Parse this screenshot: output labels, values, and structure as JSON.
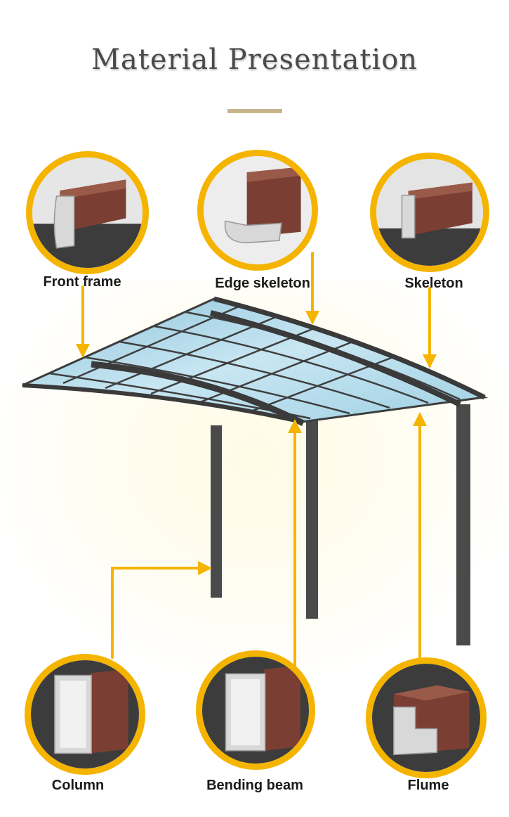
{
  "title": "Material Presentation",
  "colors": {
    "accent_yellow": "#f4b400",
    "profile_brown": "#7a3f32",
    "aluminium": "#d8d8d8",
    "frame_dark": "#454545",
    "glass_blue": "#a9d4e6"
  },
  "components": {
    "front_frame": "Front frame",
    "edge_skeleton": "Edge skeleton",
    "skeleton": "Skeleton",
    "column": "Column",
    "bending_beam": "Bending beam",
    "flume": "Flume"
  }
}
